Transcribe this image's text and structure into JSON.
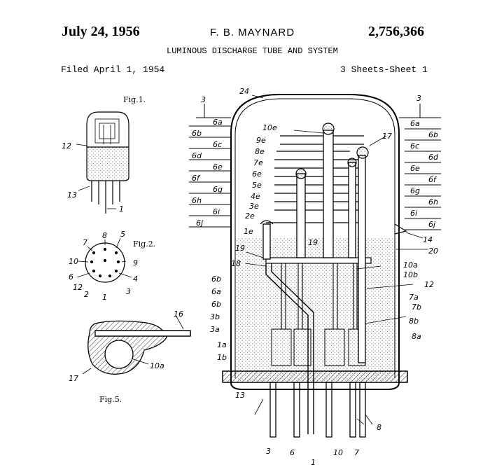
{
  "header": {
    "date": "July 24, 1956",
    "inventor": "F. B. MAYNARD",
    "patent_number": "2,756,366",
    "title": "LUMINOUS DISCHARGE TUBE AND SYSTEM",
    "filed": "Filed April 1, 1954",
    "sheets": "3 Sheets-Sheet 1"
  },
  "figures": {
    "fig1": "Fig.1.",
    "fig2": "Fig.2.",
    "fig5": "Fig.5."
  },
  "fig1_labels": {
    "l12": "12",
    "l13": "13",
    "l1": "1"
  },
  "fig2_labels": {
    "p8": "8",
    "p5": "5",
    "p7": "7",
    "p10": "10",
    "p6": "6",
    "p12": "12",
    "p2": "2",
    "p1": "1",
    "p3": "3",
    "p4": "4",
    "p9": "9"
  },
  "fig5_labels": {
    "l16": "16",
    "l10a": "10a",
    "l17": "17"
  },
  "main_labels": {
    "l24": "24",
    "l3_left": "3",
    "l3_right": "3",
    "l17": "17",
    "l14": "14",
    "l20": "20",
    "l19a": "19",
    "l19b": "19",
    "l18": "18",
    "l12": "12",
    "l13": "13",
    "e10": "10e",
    "e9": "9e",
    "e8": "8e",
    "e7": "7e",
    "e6": "6e",
    "e5": "5e",
    "e4": "4e",
    "e3": "3e",
    "e2": "2e",
    "e1": "1e",
    "l6b_1": "6b",
    "l6a_1": "6a",
    "l6b_2": "6b",
    "l3b": "3b",
    "l3a": "3a",
    "l1a": "1a",
    "l1b": "1b",
    "l10a": "10a",
    "l10b": "10b",
    "l7a": "7a",
    "l7b": "7b",
    "l8b": "8b",
    "l8a": "8a",
    "pin3": "3",
    "pin6": "6",
    "pin1": "1",
    "pin10": "10",
    "pin7": "7",
    "pin8": "8"
  },
  "left_scale": [
    "6a",
    "6b",
    "6c",
    "6d",
    "6e",
    "6f",
    "6g",
    "6h",
    "6i",
    "6j"
  ],
  "right_scale": [
    "6a",
    "6b",
    "6c",
    "6d",
    "6e",
    "6f",
    "6g",
    "6h",
    "6i",
    "6j"
  ]
}
